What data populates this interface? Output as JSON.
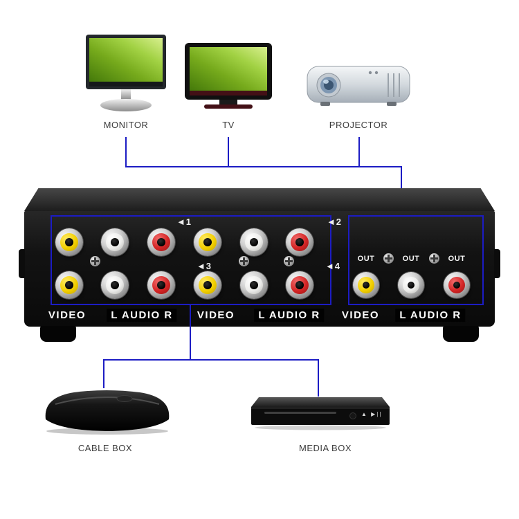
{
  "top_devices": [
    {
      "id": "monitor",
      "label": "MONITOR"
    },
    {
      "id": "tv",
      "label": "TV"
    },
    {
      "id": "projector",
      "label": "PROJECTOR"
    }
  ],
  "switcher": {
    "port_markers": [
      "◄1",
      "◄2",
      "◄3",
      "◄4"
    ],
    "out_labels": [
      "OUT",
      "OUT",
      "OUT"
    ],
    "panel_labels": [
      "VIDEO",
      "L AUDIO R",
      "VIDEO",
      "L AUDIO R",
      "VIDEO",
      "L AUDIO R"
    ],
    "input_jack_rows": [
      [
        "yellow",
        "white",
        "red",
        "yellow",
        "white",
        "red"
      ],
      [
        "yellow",
        "white",
        "red",
        "yellow",
        "white",
        "red"
      ]
    ],
    "output_jacks": [
      "yellow",
      "white",
      "red"
    ]
  },
  "bottom_devices": [
    {
      "id": "cable-box",
      "label": "CABLE BOX"
    },
    {
      "id": "media-box",
      "label": "MEDIA BOX",
      "front_glyphs": "▲  ▶||"
    }
  ],
  "colors": {
    "wire_blue": "#1c1cc4",
    "jack_yellow": "#f2cf00",
    "jack_white": "#eeeeee",
    "jack_red": "#d42525",
    "screen_green": "#7db01e",
    "device_black": "#111111"
  }
}
